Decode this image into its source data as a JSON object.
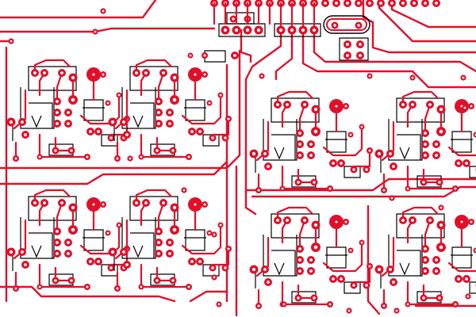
{
  "board": {
    "kind": "pcb-layout",
    "colors": {
      "background": "#ffffff",
      "trace": "#e0102a",
      "pad": "#e0102a",
      "drill": "#ffffff",
      "silkscreen": "#000000"
    },
    "modules": [
      {
        "name": "module-top-left"
      },
      {
        "name": "module-top-middle"
      },
      {
        "name": "module-right-upper-a"
      },
      {
        "name": "module-right-upper-b"
      },
      {
        "name": "module-bottom-left"
      },
      {
        "name": "module-bottom-middle"
      },
      {
        "name": "module-right-lower-a"
      },
      {
        "name": "module-right-lower-b"
      }
    ],
    "header": {
      "name": "top-edge-header"
    },
    "crystal": {
      "name": "crystal-oscillator"
    }
  }
}
